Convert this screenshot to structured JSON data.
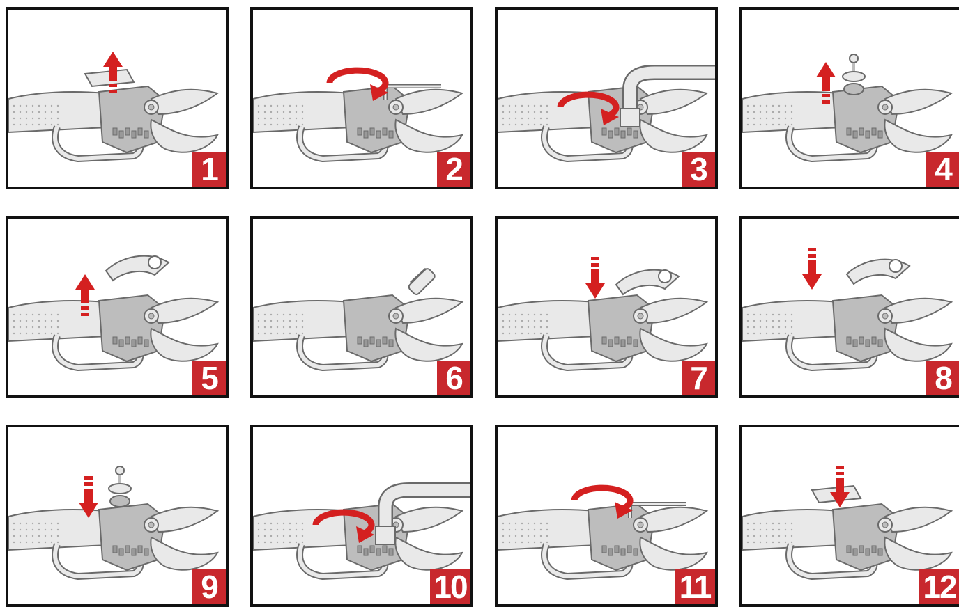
{
  "colors": {
    "border": "#111111",
    "badge": "#c8282d",
    "arrow": "#d42020",
    "tool_light": "#e9e9e9",
    "tool_mid": "#bdbdbd",
    "tool_dark": "#6a6a6a"
  },
  "steps": [
    {
      "number": "1",
      "action": "lift-up"
    },
    {
      "number": "2",
      "action": "rotate-hex-key"
    },
    {
      "number": "3",
      "action": "rotate-wrench"
    },
    {
      "number": "4",
      "action": "lift-up-nut"
    },
    {
      "number": "5",
      "action": "lift-up-blade"
    },
    {
      "number": "6",
      "action": "oil-bottle"
    },
    {
      "number": "7",
      "action": "press-down"
    },
    {
      "number": "8",
      "action": "press-down-blade"
    },
    {
      "number": "9",
      "action": "press-down-nut"
    },
    {
      "number": "10",
      "action": "rotate-wrench"
    },
    {
      "number": "11",
      "action": "rotate-hex-key"
    },
    {
      "number": "12",
      "action": "press-down-cover"
    }
  ]
}
